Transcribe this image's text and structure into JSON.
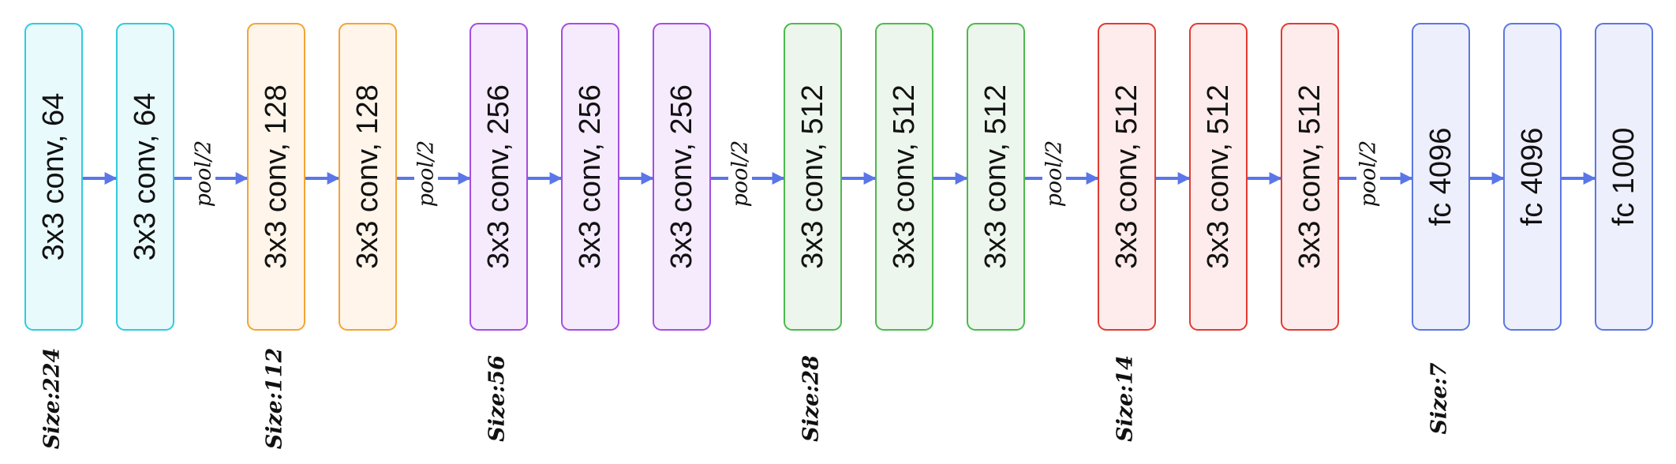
{
  "colors": {
    "arrow": "#5b76e8",
    "cyan": {
      "stroke": "#2fcbe0",
      "fill": "#e9fafd"
    },
    "orange": {
      "stroke": "#f2a533",
      "fill": "#fff5ea"
    },
    "purple": {
      "stroke": "#a64de0",
      "fill": "#f5ebfd"
    },
    "green": {
      "stroke": "#4cba4c",
      "fill": "#edf6ec"
    },
    "red": {
      "stroke": "#e23b32",
      "fill": "#fdeceb"
    },
    "blue": {
      "stroke": "#5b78e0",
      "fill": "#eeeffc"
    }
  },
  "blocks": [
    {
      "label": "3x3 conv, 64",
      "color": "cyan"
    },
    {
      "label": "3x3 conv, 64",
      "color": "cyan"
    },
    {
      "label": "3x3 conv, 128",
      "color": "orange"
    },
    {
      "label": "3x3 conv, 128",
      "color": "orange"
    },
    {
      "label": "3x3 conv, 256",
      "color": "purple"
    },
    {
      "label": "3x3 conv, 256",
      "color": "purple"
    },
    {
      "label": "3x3 conv, 256",
      "color": "purple"
    },
    {
      "label": "3x3 conv, 512",
      "color": "green"
    },
    {
      "label": "3x3 conv, 512",
      "color": "green"
    },
    {
      "label": "3x3 conv, 512",
      "color": "green"
    },
    {
      "label": "3x3 conv, 512",
      "color": "red"
    },
    {
      "label": "3x3 conv, 512",
      "color": "red"
    },
    {
      "label": "3x3 conv, 512",
      "color": "red"
    },
    {
      "label": "fc 4096",
      "color": "blue"
    },
    {
      "label": "fc 4096",
      "color": "blue"
    },
    {
      "label": "fc 1000",
      "color": "blue"
    }
  ],
  "pool_label": "pool/2",
  "sizes": [
    "Size:224",
    "Size:112",
    "Size:56",
    "Size:28",
    "Size:14",
    "Size:7"
  ]
}
